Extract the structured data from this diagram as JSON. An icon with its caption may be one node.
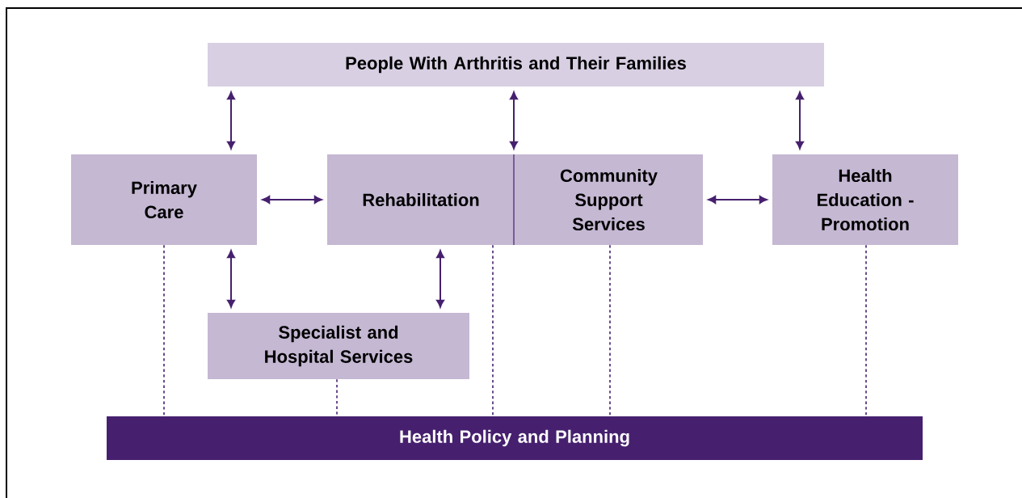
{
  "diagram": {
    "nodes": [
      {
        "text": [
          "People With Arthritis and Their Families"
        ]
      },
      {
        "text": [
          "Primary Care"
        ]
      },
      {
        "text": [
          "Rehabilitation"
        ]
      },
      {
        "text": [
          "Community Support Services"
        ]
      },
      {
        "text": [
          "Health Education - Promotion"
        ]
      },
      {
        "text": [
          "Specialist and Hospital Services"
        ]
      },
      {
        "text": [
          "Health Policy and Planning"
        ]
      }
    ],
    "edges": [
      {
        "from": 0,
        "to": 1,
        "arrow": "both"
      },
      {
        "from": 0,
        "to": 2,
        "arrow": "both"
      },
      {
        "from": 0,
        "to": 4,
        "arrow": "both"
      },
      {
        "from": 1,
        "to": 2,
        "arrow": "both"
      },
      {
        "from": 3,
        "to": 4,
        "arrow": "both"
      },
      {
        "from": 1,
        "to": 5,
        "arrow": "both"
      },
      {
        "from": 2,
        "to": 5,
        "arrow": "both"
      },
      {
        "from": 1,
        "to": 6,
        "arrow": "none",
        "style": "dashed"
      },
      {
        "from": 5,
        "to": 6,
        "arrow": "none",
        "style": "dashed"
      },
      {
        "from": 2,
        "to": 6,
        "arrow": "none",
        "style": "dashed"
      },
      {
        "from": 3,
        "to": 6,
        "arrow": "none",
        "style": "dashed"
      },
      {
        "from": 4,
        "to": 6,
        "arrow": "none",
        "style": "dashed"
      }
    ]
  }
}
